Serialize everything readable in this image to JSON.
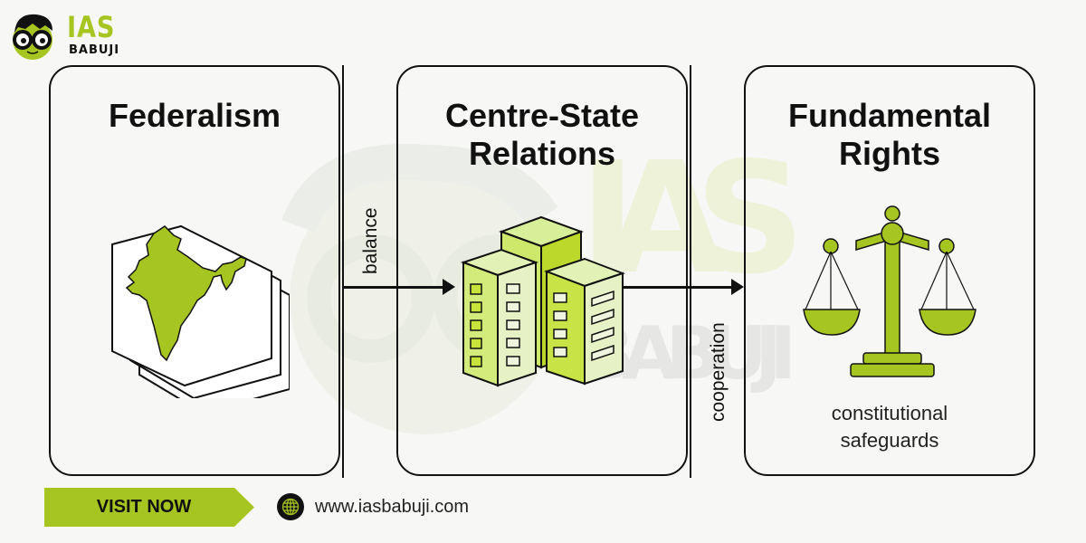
{
  "brand": {
    "name_top": "IAS",
    "name_bottom": "BABUJI",
    "accent": "#a7c520",
    "dark": "#111111"
  },
  "cards": [
    {
      "title_lines": [
        "Federalism"
      ],
      "icon": "india-map-icon"
    },
    {
      "title_lines": [
        "Centre-State",
        "Relations"
      ],
      "icon": "buildings-icon"
    },
    {
      "title_lines": [
        "Fundamental",
        "Rights"
      ],
      "icon": "scales-of-justice-icon",
      "caption_lines": [
        "constitutional",
        "safeguards"
      ]
    }
  ],
  "connectors": [
    {
      "label": "balance",
      "from": "Federalism",
      "to": "Centre-State Relations"
    },
    {
      "label": "cooperation",
      "from": "Centre-State Relations",
      "to": "Fundamental Rights"
    }
  ],
  "footer": {
    "cta_label": "VISIT NOW",
    "website": "www.iasbabuji.com",
    "website_icon": "globe-icon"
  }
}
